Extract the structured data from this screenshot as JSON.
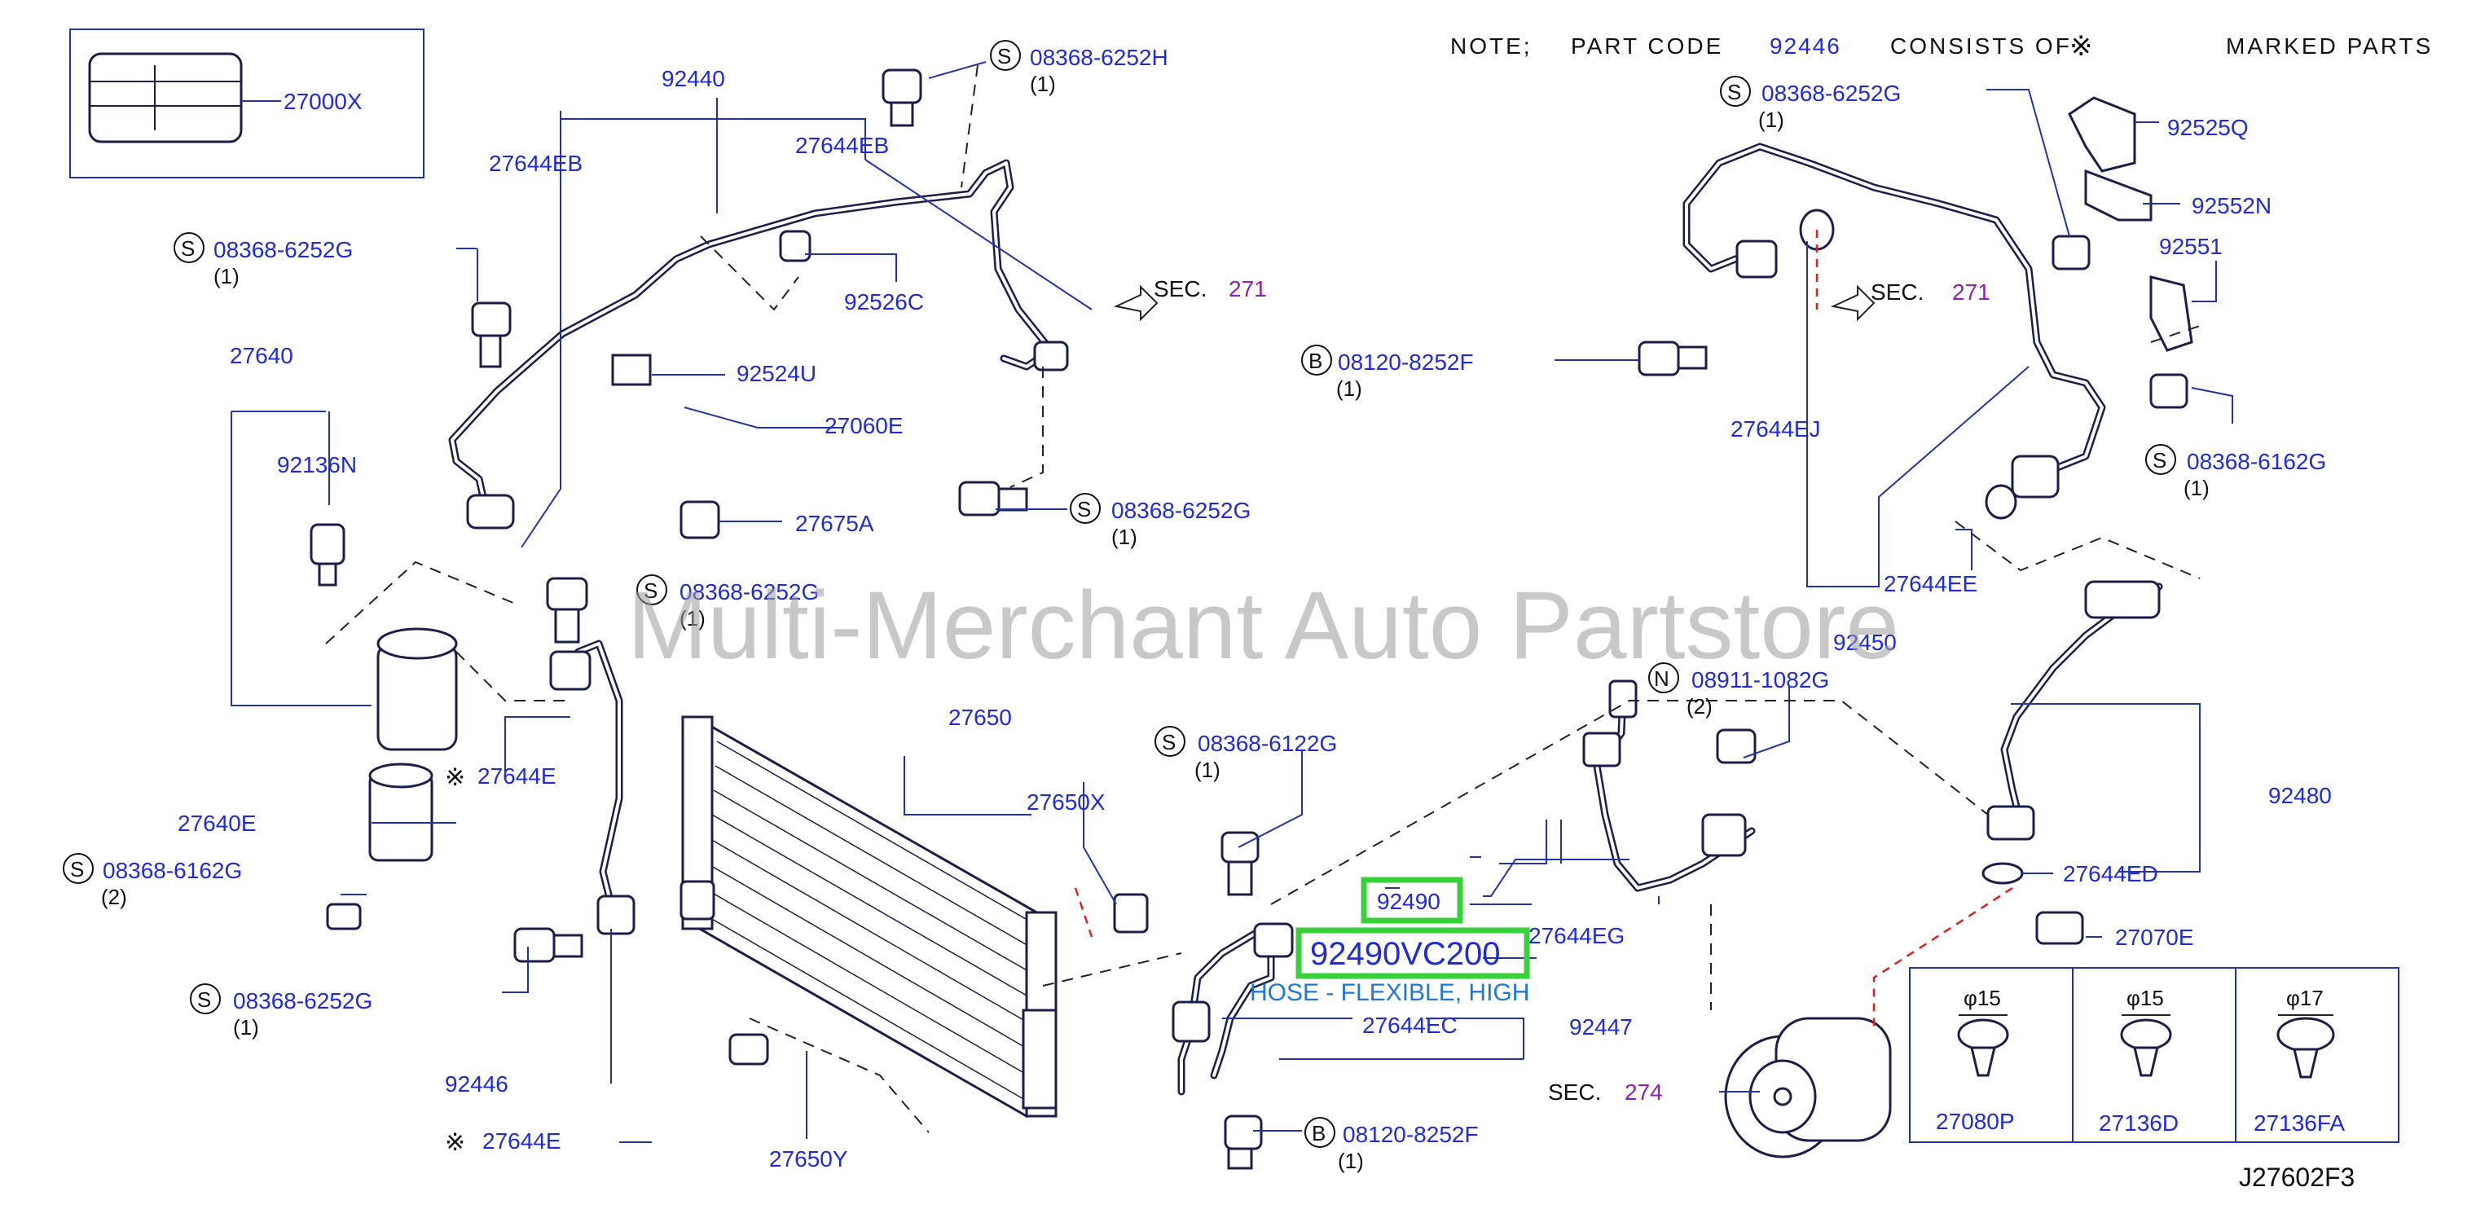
{
  "note": {
    "prefix": "NOTE;",
    "part_code": "PART CODE",
    "code": "92446",
    "consists": "CONSISTS OF",
    "marked": "MARKED PARTS"
  },
  "watermark": "Multi-Merchant Auto Partstore",
  "highlight": {
    "part": "92490",
    "part_number": "92490VC200",
    "description": "HOSE - FLEXIBLE, HIGH"
  },
  "diagram_code": "J27602F3",
  "colors": {
    "label": "#1f2bd6",
    "highlight": "#37d13a",
    "section": "#8b1fb8",
    "red_guide": "#e02020"
  },
  "labels": [
    {
      "id": "27000X",
      "text": "27000X"
    },
    {
      "id": "92440",
      "text": "92440"
    },
    {
      "id": "27644EB-left",
      "text": "27644EB"
    },
    {
      "id": "27644EB-right",
      "text": "27644EB"
    },
    {
      "id": "s08368-6252H",
      "text": "08368-6252H",
      "prefix": "S",
      "qty": "(1)"
    },
    {
      "id": "s08368-6252G-a",
      "text": "08368-6252G",
      "prefix": "S",
      "qty": "(1)"
    },
    {
      "id": "92526C",
      "text": "92526C"
    },
    {
      "id": "27640",
      "text": "27640"
    },
    {
      "id": "92524U",
      "text": "92524U"
    },
    {
      "id": "27060E",
      "text": "27060E"
    },
    {
      "id": "92136N",
      "text": "92136N"
    },
    {
      "id": "27675A",
      "text": "27675A"
    },
    {
      "id": "s08368-6252G-b",
      "text": "08368-6252G",
      "prefix": "S",
      "qty": "(1)"
    },
    {
      "id": "s08368-6252G-c",
      "text": "08368-6252G",
      "prefix": "S",
      "qty": "(1)"
    },
    {
      "id": "27644E-a",
      "text": "27644E",
      "mark": "※"
    },
    {
      "id": "27640E",
      "text": "27640E"
    },
    {
      "id": "s08368-6162G-a",
      "text": "08368-6162G",
      "prefix": "S",
      "qty": "(2)"
    },
    {
      "id": "s08368-6252G-d",
      "text": "08368-6252G",
      "prefix": "S",
      "qty": "(1)"
    },
    {
      "id": "92446",
      "text": "92446"
    },
    {
      "id": "27644E-b",
      "text": "27644E",
      "mark": "※"
    },
    {
      "id": "27650",
      "text": "27650"
    },
    {
      "id": "27650X",
      "text": "27650X"
    },
    {
      "id": "27650Y",
      "text": "27650Y"
    },
    {
      "id": "s08368-6122G",
      "text": "08368-6122G",
      "prefix": "S",
      "qty": "(1)"
    },
    {
      "id": "27644EG",
      "text": "27644EG"
    },
    {
      "id": "27644EC",
      "text": "27644EC"
    },
    {
      "id": "92447",
      "text": "92447"
    },
    {
      "id": "b08120-8252F-a",
      "text": "08120-8252F",
      "prefix": "B",
      "qty": "(1)"
    },
    {
      "id": "b08120-8252F-b",
      "text": "08120-8252F",
      "prefix": "B",
      "qty": "(1)"
    },
    {
      "id": "s08368-6252G-e",
      "text": "08368-6252G",
      "prefix": "S",
      "qty": "(1)"
    },
    {
      "id": "92525Q",
      "text": "92525Q"
    },
    {
      "id": "92552N",
      "text": "92552N"
    },
    {
      "id": "92551",
      "text": "92551"
    },
    {
      "id": "27644EJ",
      "text": "27644EJ"
    },
    {
      "id": "s08368-6162G-b",
      "text": "08368-6162G",
      "prefix": "S",
      "qty": "(1)"
    },
    {
      "id": "27644EE",
      "text": "27644EE"
    },
    {
      "id": "92450",
      "text": "92450"
    },
    {
      "id": "n08911-1082G",
      "text": "08911-1082G",
      "prefix": "N",
      "qty": "(2)"
    },
    {
      "id": "92480",
      "text": "92480"
    },
    {
      "id": "27644ED",
      "text": "27644ED"
    },
    {
      "id": "27070E",
      "text": "27070E"
    },
    {
      "id": "27080P",
      "text": "27080P"
    },
    {
      "id": "27136D",
      "text": "27136D"
    },
    {
      "id": "27136FA",
      "text": "27136FA"
    }
  ],
  "sections": [
    {
      "id": "sec271-a",
      "prefix": "SEC.",
      "num": "271"
    },
    {
      "id": "sec271-b",
      "prefix": "SEC.",
      "num": "271"
    },
    {
      "id": "sec274",
      "prefix": "SEC.",
      "num": "274"
    }
  ],
  "clip_diameters": [
    {
      "id": "d1",
      "text": "φ15"
    },
    {
      "id": "d2",
      "text": "φ15"
    },
    {
      "id": "d3",
      "text": "φ17"
    }
  ]
}
